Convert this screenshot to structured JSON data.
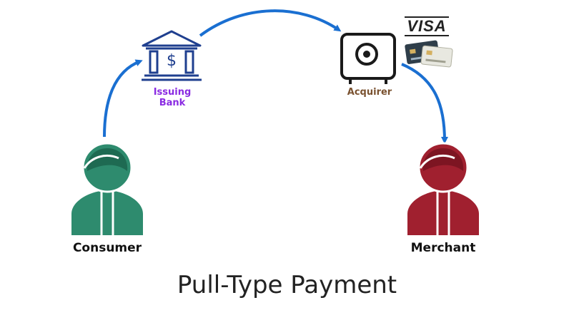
{
  "colors": {
    "consumer": "#2e8b6e",
    "merchant": "#a0202f",
    "arrow": "#1a6fd1",
    "issuing_label": "#8a2be2",
    "acquirer_label": "#7a5230",
    "icon_dark": "#1a1a1a",
    "bank_blue": "#1f3f8f"
  },
  "nodes": {
    "consumer": {
      "label": "Consumer",
      "icon": "person-icon"
    },
    "issuing_bank": {
      "label": "Issuing\nBank",
      "icon": "bank-icon"
    },
    "acquirer": {
      "label": "Acquirer",
      "icon": "safe-icon"
    },
    "merchant": {
      "label": "Merchant",
      "icon": "person-icon"
    }
  },
  "card_brand": {
    "text": "VISA",
    "icon": "credit-cards-icon"
  },
  "title": "Pull-Type Payment"
}
